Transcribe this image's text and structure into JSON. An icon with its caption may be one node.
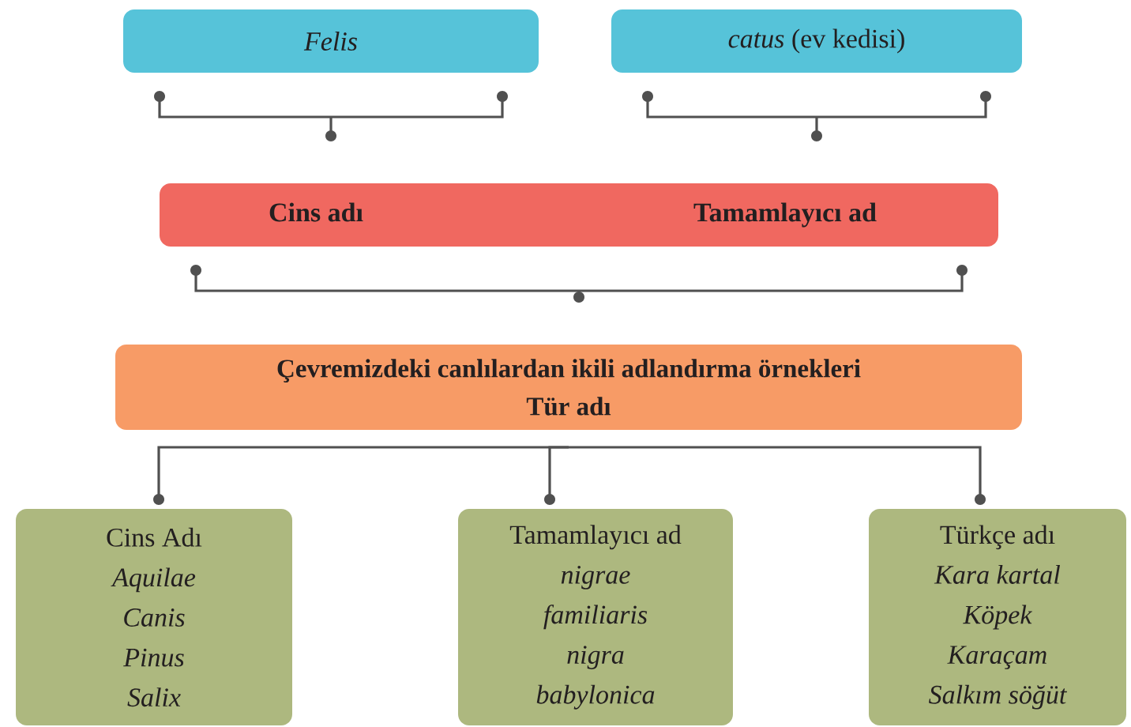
{
  "diagram": {
    "nodes": [
      {
        "text": [
          "Felis"
        ]
      },
      {
        "text": [
          "*catus* (ev kedisi)"
        ]
      },
      {
        "text": [
          "Cins adı",
          "Tamamlayıcı ad"
        ]
      },
      {
        "text": [
          "Çevremizdeki canlılardan ikili adlandırma örnekleri",
          "Tür adı"
        ]
      },
      {
        "text": [
          "Cins Adı",
          "Aquilae",
          "Canis",
          "Pinus",
          "Salix"
        ]
      },
      {
        "text": [
          "Tamamlayıcı ad",
          "nigrae",
          "familiaris",
          "nigra",
          "babylonica"
        ]
      },
      {
        "text": [
          "Türkçe adı",
          "Kara kartal",
          "Köpek",
          "Karaçam",
          "Salkım söğüt"
        ]
      }
    ],
    "edges": [
      {
        "from": 0,
        "to": 2,
        "arrow": "other"
      },
      {
        "from": 1,
        "to": 2,
        "arrow": "other"
      },
      {
        "from": 2,
        "to": 3,
        "arrow": "other"
      },
      {
        "from": 3,
        "to": 4,
        "arrow": "other"
      },
      {
        "from": 3,
        "to": 5,
        "arrow": "other"
      },
      {
        "from": 3,
        "to": 6,
        "arrow": "other"
      }
    ]
  }
}
